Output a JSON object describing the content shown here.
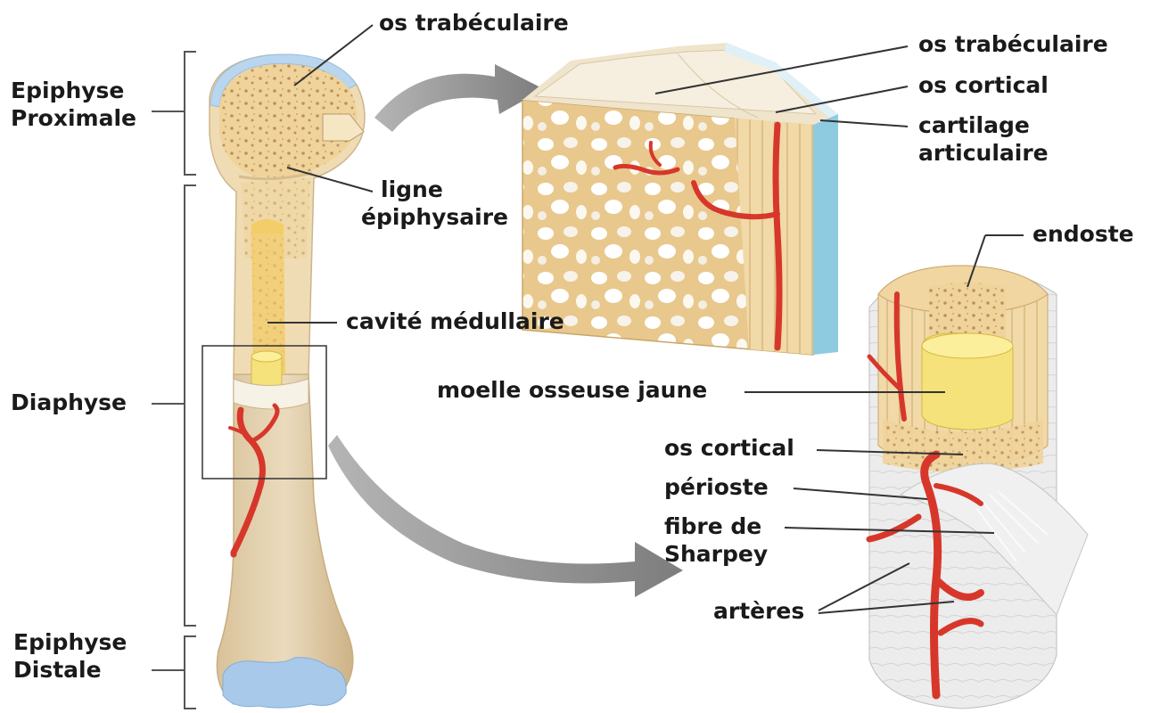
{
  "colors": {
    "bone_outer": "#e8d5ae",
    "bone_shaft": "#e2cda5",
    "spongy": "#f2d9a0",
    "spongy_pore": "#c9a66b",
    "cartilage": "#b9d6ee",
    "marrow_yellow": "#f5e27a",
    "artery": "#d7372b",
    "arrow_grey": "#8f8f8f",
    "periosteum": "#e6e6e6",
    "line": "#333333"
  },
  "regions": {
    "epiphyse_proximale": [
      "Epiphyse",
      "Proximale"
    ],
    "diaphyse": "Diaphyse",
    "epiphyse_distale": [
      "Epiphyse",
      "Distale"
    ]
  },
  "labels": {
    "os_trabeculaire_top": "os trabéculaire",
    "ligne_epiphysaire": [
      "ligne",
      "épiphysaire"
    ],
    "cavite_medullaire": "cavité médullaire",
    "moelle_osseuse_jaune": "moelle osseuse jaune",
    "block_os_trabeculaire": "os trabéculaire",
    "block_os_cortical": "os cortical",
    "cartilage_articulaire": [
      "cartilage",
      "articulaire"
    ],
    "endoste": "endoste",
    "shaft_os_cortical": "os cortical",
    "perioste": "périoste",
    "fibre_de_sharpey": [
      "fibre de",
      "Sharpey"
    ],
    "arteres": "artères"
  }
}
